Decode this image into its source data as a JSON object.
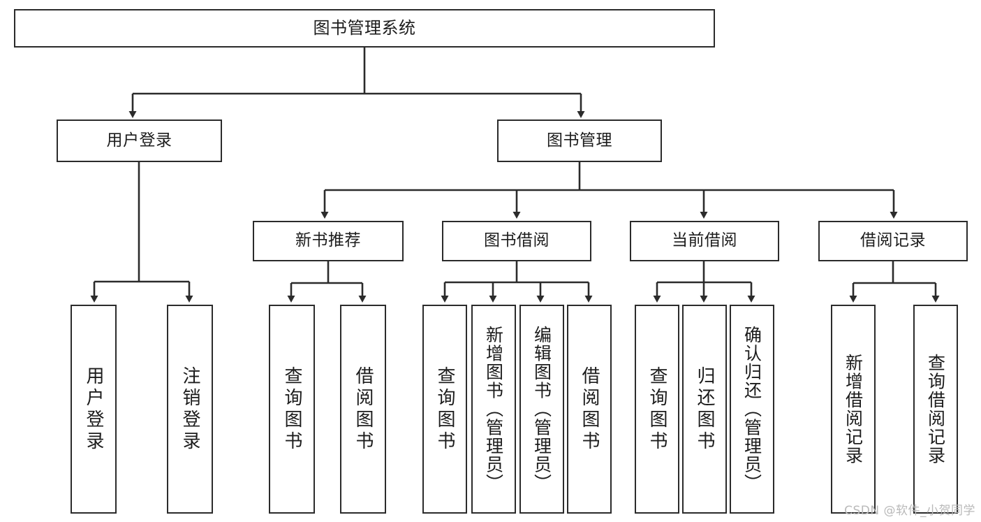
{
  "diagram": {
    "title": "图书管理系统",
    "type": "tree-hierarchy",
    "watermark": "CSDN @软件_小贺同学",
    "colors": {
      "box_border": "#2b2b2b",
      "box_fill": "#ffffff",
      "edge": "#2b2b2b",
      "text": "#1c1c1c",
      "watermark": "#b9b9b9",
      "background": "#ffffff"
    },
    "nodes": {
      "root": {
        "label": "图书管理系统"
      },
      "level2": [
        {
          "id": "user-login",
          "label": "用户登录"
        },
        {
          "id": "book-manage",
          "label": "图书管理"
        }
      ],
      "level3": [
        {
          "id": "new-book-recommend",
          "label": "新书推荐"
        },
        {
          "id": "book-borrow",
          "label": "图书借阅"
        },
        {
          "id": "current-borrow",
          "label": "当前借阅"
        },
        {
          "id": "borrow-record",
          "label": "借阅记录"
        }
      ],
      "leaves": {
        "user_login": [
          {
            "id": "leaf-user-login",
            "label": "用户登录"
          },
          {
            "id": "leaf-logout-login",
            "label": "注销登录"
          }
        ],
        "new_book_recommend": [
          {
            "id": "leaf-query-book-1",
            "label": "查询图书"
          },
          {
            "id": "leaf-borrow-book-1",
            "label": "借阅图书"
          }
        ],
        "book_borrow": [
          {
            "id": "leaf-query-book-2",
            "label": "查询图书"
          },
          {
            "id": "leaf-add-book",
            "label": "新增图书（管理员）"
          },
          {
            "id": "leaf-edit-book",
            "label": "编辑图书（管理员）"
          },
          {
            "id": "leaf-borrow-book-2",
            "label": "借阅图书"
          }
        ],
        "current_borrow": [
          {
            "id": "leaf-query-book-3",
            "label": "查询图书"
          },
          {
            "id": "leaf-return-book",
            "label": "归还图书"
          },
          {
            "id": "leaf-confirm-return",
            "label": "确认归还（管理员）"
          }
        ],
        "borrow_record": [
          {
            "id": "leaf-add-record",
            "label": "新增借阅记录"
          },
          {
            "id": "leaf-query-record",
            "label": "查询借阅记录"
          }
        ]
      }
    }
  }
}
